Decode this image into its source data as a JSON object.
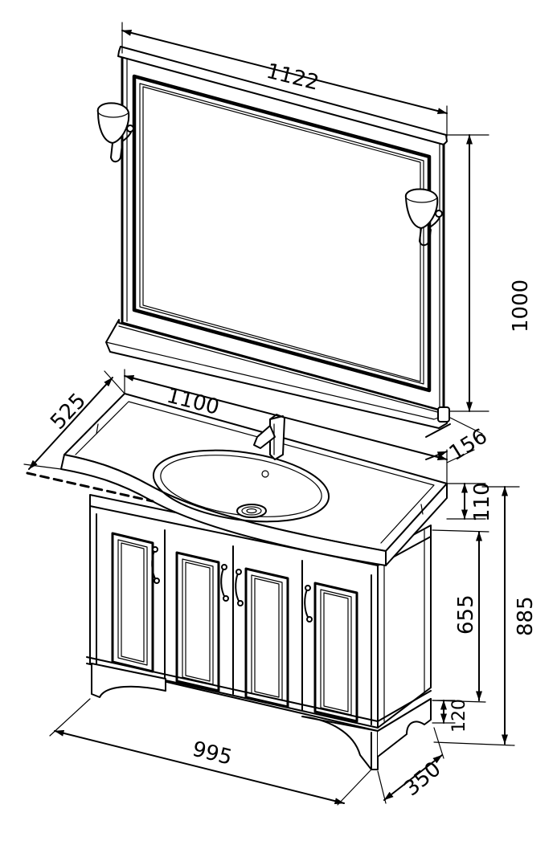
{
  "diagram": {
    "dimensions": {
      "mirror_width": "1122",
      "mirror_height": "1000",
      "shelf_depth": "156",
      "basin_width": "1100",
      "basin_depth": "525",
      "basin_thickness": "110",
      "cabinet_height": "655",
      "total_height": "885",
      "plinth_height": "120",
      "cabinet_width": "995",
      "cabinet_depth": "350"
    },
    "colors": {
      "line": "#000000",
      "background": "#ffffff"
    }
  }
}
